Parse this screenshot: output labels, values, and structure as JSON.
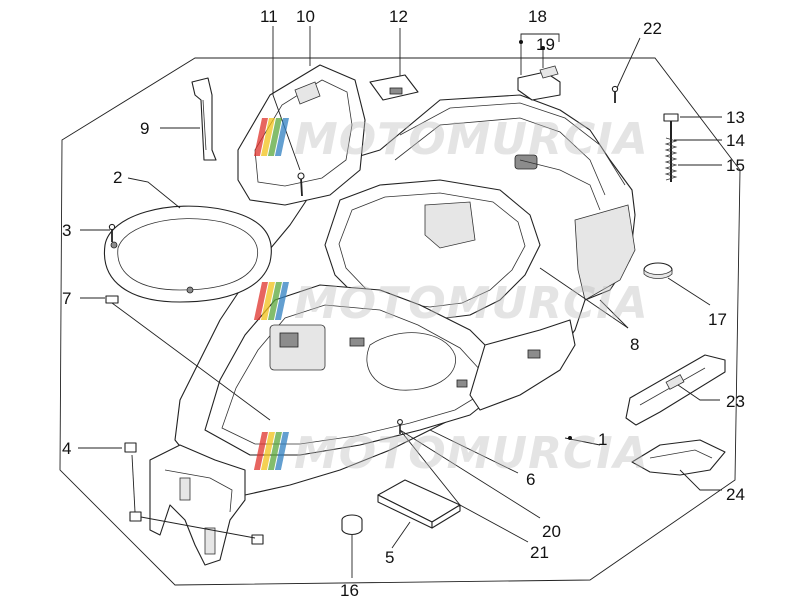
{
  "watermark": {
    "text": "MOTOMURCIA",
    "colors": {
      "red": "#e0322b",
      "yellow": "#f2c21a",
      "green": "#5aa83c",
      "blue": "#2f7fc1",
      "text": "#bdbdbd"
    }
  },
  "callouts": [
    {
      "id": "1",
      "label": "1"
    },
    {
      "id": "2",
      "label": "2"
    },
    {
      "id": "3",
      "label": "3"
    },
    {
      "id": "4",
      "label": "4"
    },
    {
      "id": "5",
      "label": "5"
    },
    {
      "id": "6",
      "label": "6"
    },
    {
      "id": "7",
      "label": "7"
    },
    {
      "id": "8",
      "label": "8"
    },
    {
      "id": "9",
      "label": "9"
    },
    {
      "id": "10",
      "label": "10"
    },
    {
      "id": "11",
      "label": "11"
    },
    {
      "id": "12",
      "label": "12"
    },
    {
      "id": "13",
      "label": "13"
    },
    {
      "id": "14",
      "label": "14"
    },
    {
      "id": "15",
      "label": "15"
    },
    {
      "id": "16",
      "label": "16"
    },
    {
      "id": "17",
      "label": "17"
    },
    {
      "id": "18",
      "label": "18"
    },
    {
      "id": "19",
      "label": "19"
    },
    {
      "id": "20",
      "label": "20"
    },
    {
      "id": "21",
      "label": "21"
    },
    {
      "id": "22",
      "label": "22"
    },
    {
      "id": "23",
      "label": "23"
    },
    {
      "id": "24",
      "label": "24"
    }
  ]
}
